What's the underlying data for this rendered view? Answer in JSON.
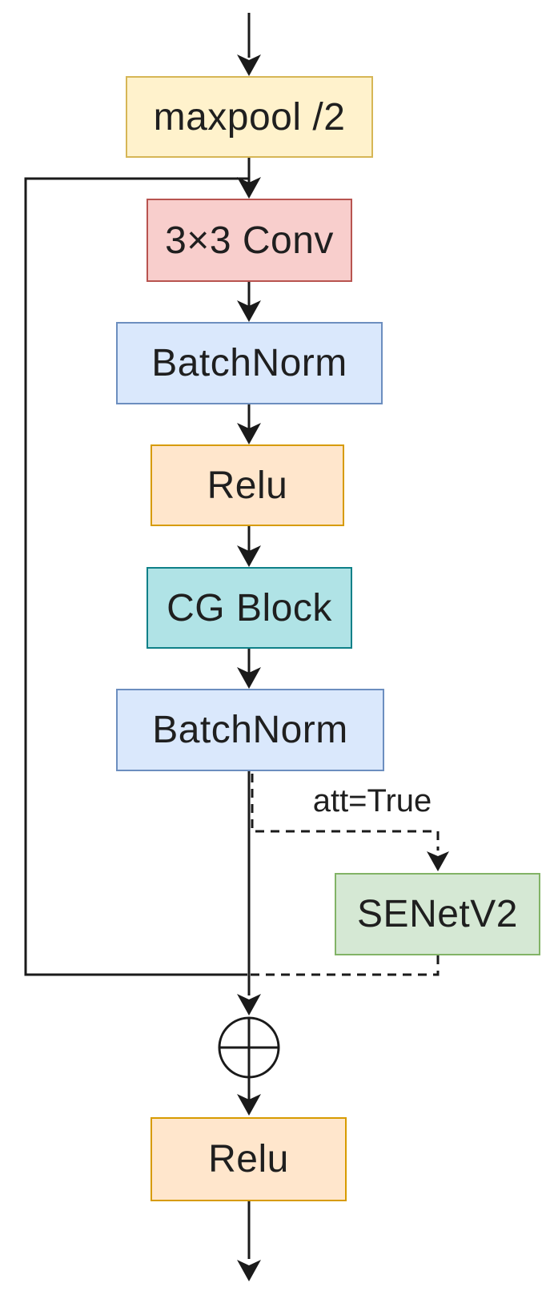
{
  "diagram": {
    "kind": "flowchart",
    "nodes": [
      {
        "id": "maxpool",
        "label": "maxpool /2",
        "color_key": "yellow"
      },
      {
        "id": "conv3x3",
        "label": "3×3 Conv",
        "color_key": "red"
      },
      {
        "id": "batchnorm1",
        "label": "BatchNorm",
        "color_key": "blue"
      },
      {
        "id": "relu1",
        "label": "Relu",
        "color_key": "orange"
      },
      {
        "id": "cgblock",
        "label": "CG Block",
        "color_key": "teal"
      },
      {
        "id": "batchnorm2",
        "label": "BatchNorm",
        "color_key": "blue"
      },
      {
        "id": "senetv2",
        "label": "SENetV2",
        "color_key": "green"
      },
      {
        "id": "relu2",
        "label": "Relu",
        "color_key": "orange"
      }
    ],
    "edge_labels": {
      "attention_condition": "att=True"
    },
    "merge_node": {
      "symbol": "circled-plus",
      "meaning": "element-wise addition"
    },
    "palette": {
      "yellow": {
        "fill": "#FFF2CC",
        "stroke": "#D6B656"
      },
      "red": {
        "fill": "#F8CECC",
        "stroke": "#B85450"
      },
      "blue": {
        "fill": "#DAE8FC",
        "stroke": "#6C8EBF"
      },
      "orange": {
        "fill": "#FFE6CC",
        "stroke": "#D79B00"
      },
      "teal": {
        "fill": "#B0E3E6",
        "stroke": "#0E8088"
      },
      "green": {
        "fill": "#D5E8D4",
        "stroke": "#82B366"
      },
      "line": "#1a1a1a",
      "text": "#1f1f1f"
    }
  }
}
